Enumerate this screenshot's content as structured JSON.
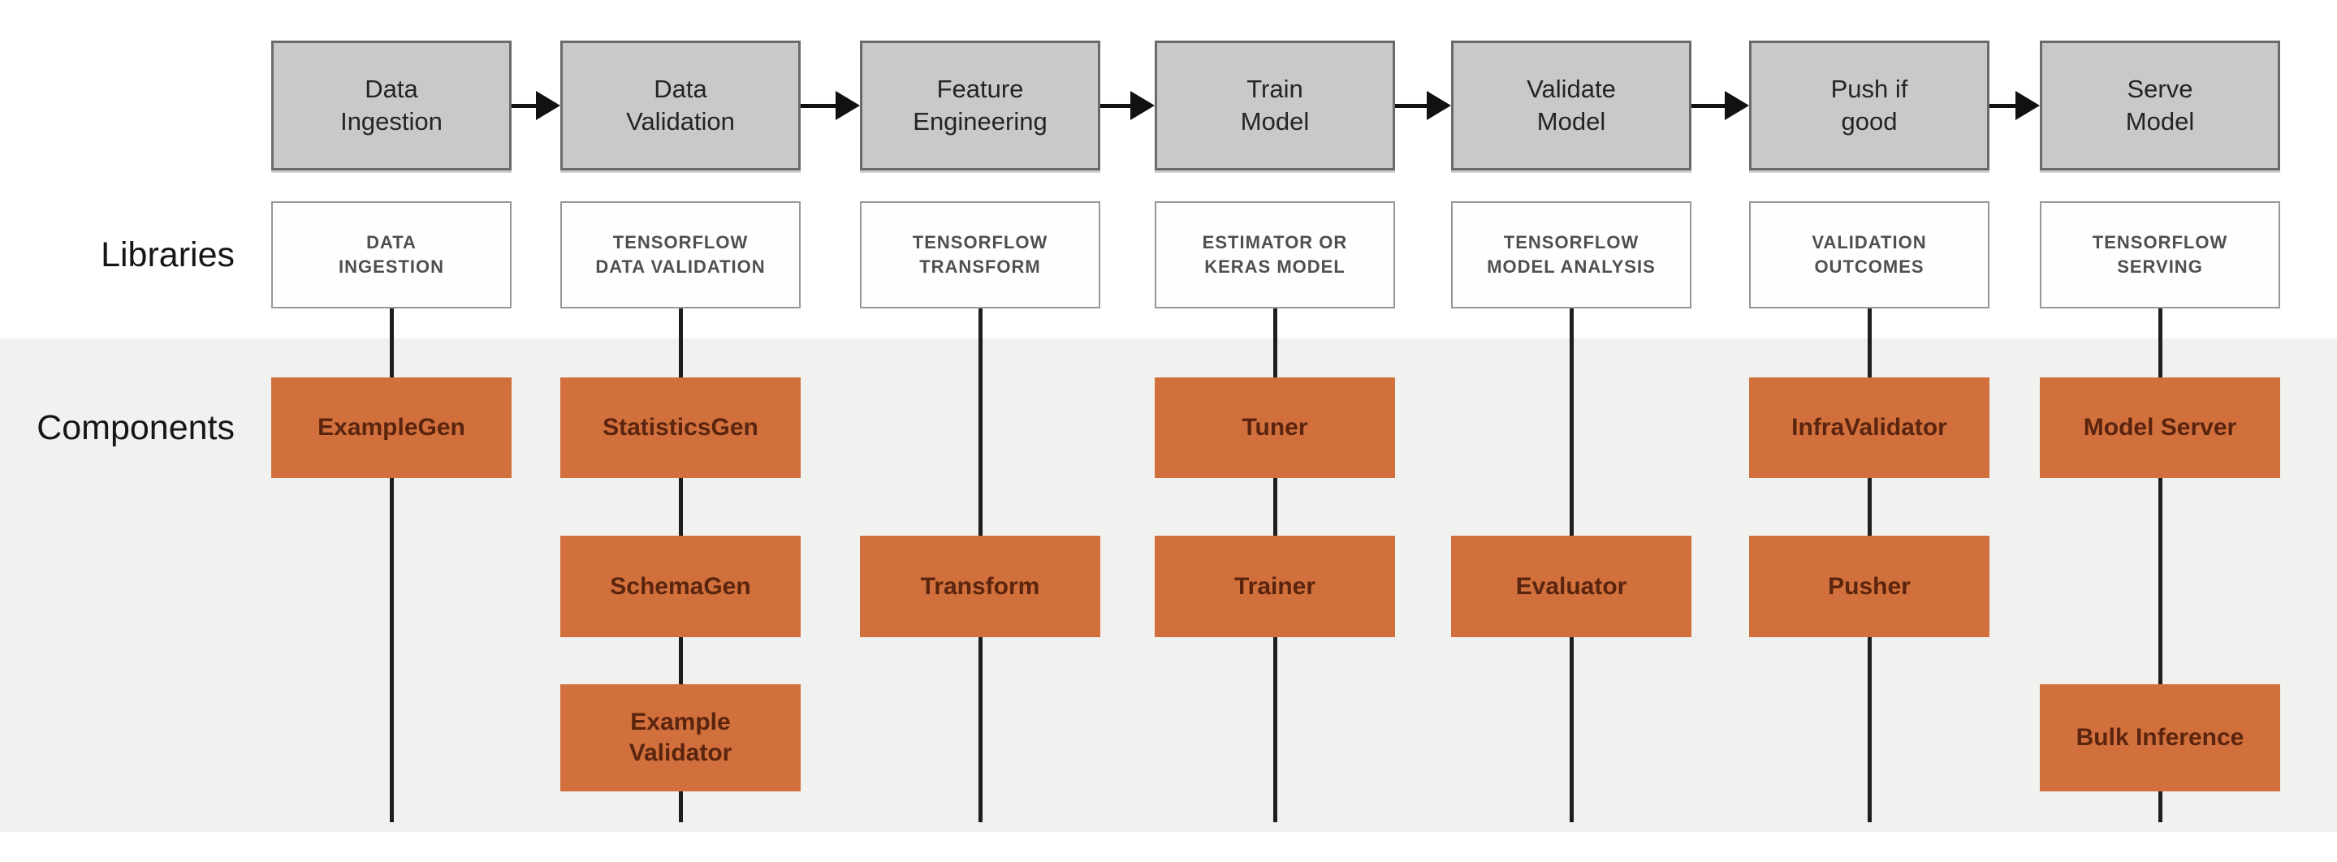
{
  "section_labels": {
    "libraries": "Libraries",
    "components": "Components"
  },
  "colors": {
    "stage_fill": "#c9c9c9",
    "stage_border": "#6a6a6a",
    "library_fill": "#fefefe",
    "library_border": "#979797",
    "component_fill": "#d1703c",
    "component_text": "#5a240e",
    "band_background": "#f1f1ef",
    "connector_line": "#1e1e1e",
    "arrow": "#111111",
    "label_text": "#161616"
  },
  "columns": [
    {
      "stage_lines": [
        "Data",
        "Ingestion"
      ],
      "library_lines": [
        "DATA",
        "INGESTION"
      ]
    },
    {
      "stage_lines": [
        "Data",
        "Validation"
      ],
      "library_lines": [
        "TENSORFLOW",
        "DATA VALIDATION"
      ]
    },
    {
      "stage_lines": [
        "Feature",
        "Engineering"
      ],
      "library_lines": [
        "TENSORFLOW",
        "TRANSFORM"
      ]
    },
    {
      "stage_lines": [
        "Train",
        "Model"
      ],
      "library_lines": [
        "ESTIMATOR OR",
        "KERAS MODEL"
      ]
    },
    {
      "stage_lines": [
        "Validate",
        "Model"
      ],
      "library_lines": [
        "TENSORFLOW",
        "MODEL ANALYSIS"
      ]
    },
    {
      "stage_lines": [
        "Push if",
        "good"
      ],
      "library_lines": [
        "VALIDATION",
        "OUTCOMES"
      ]
    },
    {
      "stage_lines": [
        "Serve",
        "Model"
      ],
      "library_lines": [
        "TENSORFLOW",
        "SERVING"
      ]
    }
  ],
  "components": [
    {
      "lines": [
        "ExampleGen"
      ]
    },
    {
      "lines": [
        "StatisticsGen"
      ]
    },
    {
      "lines": [
        "SchemaGen"
      ]
    },
    {
      "lines": [
        "Example",
        "Validator"
      ]
    },
    {
      "lines": [
        "Transform"
      ]
    },
    {
      "lines": [
        "Tuner"
      ]
    },
    {
      "lines": [
        "Trainer"
      ]
    },
    {
      "lines": [
        "Evaluator"
      ]
    },
    {
      "lines": [
        "InfraValidator"
      ]
    },
    {
      "lines": [
        "Pusher"
      ]
    },
    {
      "lines": [
        "Model Server"
      ]
    },
    {
      "lines": [
        "Bulk Inference"
      ]
    }
  ]
}
